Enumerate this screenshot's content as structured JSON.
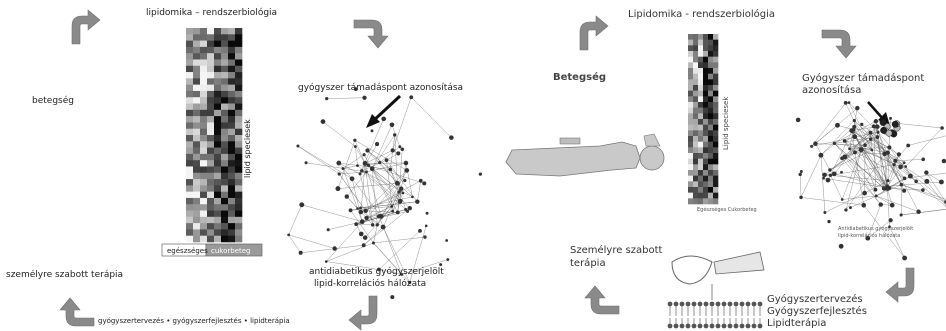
{
  "left_panel": {
    "title": "lipidomika – rendszerbiológia",
    "disease": "betegség",
    "target_id": "gyógyszer támadáspont azonosítása",
    "heatmap_axis": "lipid speciesek",
    "group_healthy": "egészséges",
    "group_diabetic": "cukorbeteg",
    "network_caption_1": "antidiabetikus gyógyszerjelölt",
    "network_caption_2": "lipid-korrelációs hálózata",
    "personalized": "személyre szabott terápia",
    "bottom_line": "gyógyszertervezés • gyógyszerfejlesztés • lipidterápia"
  },
  "right_panel": {
    "title": "Lipidomika - rendszerbiológia",
    "disease": "Betegség",
    "target_id_1": "Gyógyszer támadáspont",
    "target_id_2": "azonosítása",
    "heatmap_axis": "Lipid speciesek",
    "groups": "Egészséges Cukorbeteg",
    "network_caption_1": "Antidiabetikus gyógyszerjelölt",
    "network_caption_2": "lipid-korrelációs hálózata",
    "personalized_1": "Személyre szabott",
    "personalized_2": "terápia",
    "steps": [
      "Gyógyszertervezés",
      "Gyógyszerfejlesztés",
      "Lipidterápia"
    ]
  },
  "colors": {
    "arrow_fill": "#8a8a8a",
    "heat_dark": "#111111",
    "heat_light": "#f2f2f2",
    "group_bar": "#9a9a9a"
  }
}
